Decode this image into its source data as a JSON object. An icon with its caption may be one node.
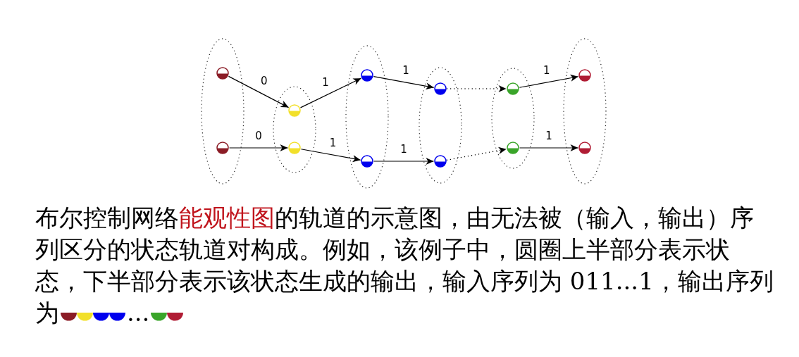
{
  "diagram": {
    "caption": "布尔控制网络**能观性图**的轨道的示意图，由无法被（输入，输出）序列区分的状态轨道对构成。例如，该例子中，圆圈上半部分表示状态，下半部分表示该状态生成的输出，输入序列为 011...1，输出序列为",
    "nodes": [
      {
        "text": [],
        "shape": "ellipse"
      },
      {
        "text": [],
        "shape": "circle",
        "in": 0
      },
      {
        "text": [],
        "shape": "circle",
        "in": 0
      },
      {
        "text": [],
        "shape": "ellipse"
      },
      {
        "text": [],
        "shape": "circle",
        "in": 3
      },
      {
        "text": [],
        "shape": "circle",
        "in": 3
      },
      {
        "text": [],
        "shape": "ellipse"
      },
      {
        "text": [],
        "shape": "circle",
        "in": 6
      },
      {
        "text": [],
        "shape": "circle",
        "in": 6
      },
      {
        "text": [],
        "shape": "ellipse"
      },
      {
        "text": [],
        "shape": "circle",
        "in": 9
      },
      {
        "text": [],
        "shape": "circle",
        "in": 9
      },
      {
        "text": [],
        "shape": "ellipse"
      },
      {
        "text": [],
        "shape": "circle",
        "in": 12
      },
      {
        "text": [],
        "shape": "circle",
        "in": 12
      },
      {
        "text": [],
        "shape": "ellipse"
      },
      {
        "text": [],
        "shape": "circle",
        "in": 15
      },
      {
        "text": [],
        "shape": "circle",
        "in": 15
      }
    ],
    "edges": [
      {
        "from": 1,
        "to": 4,
        "arrow": "to",
        "label": "0"
      },
      {
        "from": 2,
        "to": 5,
        "arrow": "to",
        "label": "0"
      },
      {
        "from": 4,
        "to": 7,
        "arrow": "to",
        "label": "1"
      },
      {
        "from": 5,
        "to": 8,
        "arrow": "to",
        "label": "1"
      },
      {
        "from": 7,
        "to": 10,
        "arrow": "to",
        "label": "1"
      },
      {
        "from": 8,
        "to": 11,
        "arrow": "to",
        "label": "1"
      },
      {
        "from": 10,
        "to": 13,
        "arrow": "to",
        "style": "dashed"
      },
      {
        "from": 11,
        "to": 14,
        "arrow": "to",
        "style": "dashed"
      },
      {
        "from": 13,
        "to": 16,
        "arrow": "to",
        "label": "1"
      },
      {
        "from": 14,
        "to": 17,
        "arrow": "to",
        "label": "1"
      }
    ],
    "labels": [
      "..."
    ]
  }
}
